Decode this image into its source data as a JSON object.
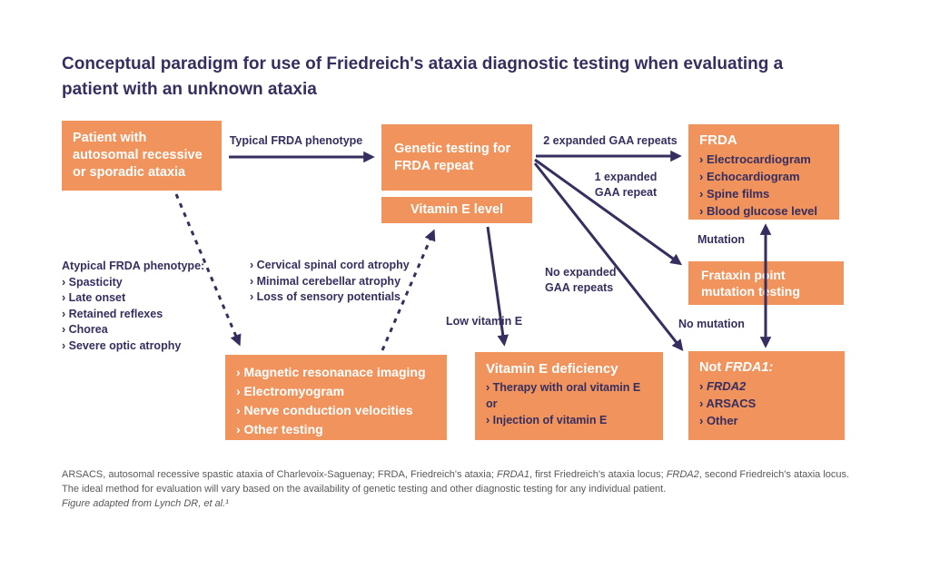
{
  "colors": {
    "orange": "#F0935C",
    "navy": "#372E60",
    "gray": "#58585B"
  },
  "title": "Conceptual paradigm for use of Friedreich's ataxia diagnostic testing when evaluating a patient with an unknown ataxia",
  "boxes": {
    "patient": {
      "text": "Patient with autosomal recessive or sporadic ataxia"
    },
    "genetic": {
      "text": "Genetic testing for FRDA repeat"
    },
    "vitamin_level": {
      "text": "Vitamin E level"
    },
    "frda": {
      "heading": "FRDA",
      "items": [
        "› Electrocardiogram",
        "› Echocardiogram",
        "› Spine films",
        "› Blood glucose level"
      ]
    },
    "frataxin": {
      "text": "Frataxin point mutation testing"
    },
    "not_frda1": {
      "heading_prefix": "Not ",
      "heading_italic": "FRDA1:",
      "item0_prefix": "› ",
      "item0_italic": "FRDA2",
      "item1": "› ARSACS",
      "item2": "› Other"
    },
    "mri": {
      "items": [
        "› Magnetic resonanace imaging",
        "› Electromyogram",
        "› Nerve conduction velocities",
        "› Other testing"
      ]
    },
    "vitamin_def": {
      "heading": "Vitamin E deficiency",
      "items": [
        "› Therapy with oral vitamin E or",
        "› Injection of vitamin E"
      ]
    }
  },
  "labels": {
    "typical": "Typical FRDA phenotype",
    "two_repeats": "2 expanded GAA repeats",
    "one_repeat_l1": "1 expanded",
    "one_repeat_l2": "GAA repeat",
    "no_repeats_l1": "No expanded",
    "no_repeats_l2": "GAA repeats",
    "low_vitamin": "Low vitamin E",
    "mutation": "Mutation",
    "no_mutation": "No mutation"
  },
  "side_notes": {
    "atypical": {
      "heading": "Atypical FRDA phenotype:",
      "items": [
        "› Spasticity",
        "› Late onset",
        "› Retained reflexes",
        "› Chorea",
        "› Severe optic atrophy"
      ]
    },
    "imaging_findings": {
      "items": [
        "› Cervical spinal cord atrophy",
        "› Minimal cerebellar atrophy",
        "› Loss of sensory potentials"
      ]
    }
  },
  "footnotes": {
    "line1_seg1": "ARSACS, autosomal recessive spastic ataxia of Charlevoix-Saguenay; FRDA, Friedreich's ataxia; ",
    "line1_italic1": "FRDA1",
    "line1_seg2": ", first Friedreich's ataxia locus; ",
    "line1_italic2": "FRDA2",
    "line1_seg3": ", second Friedreich's ataxia locus.",
    "line2": "The ideal method for evaluation will vary based on the availability of genetic testing and other diagnostic testing for any individual patient.",
    "line3": "Figure adapted from Lynch DR, et al.¹"
  }
}
